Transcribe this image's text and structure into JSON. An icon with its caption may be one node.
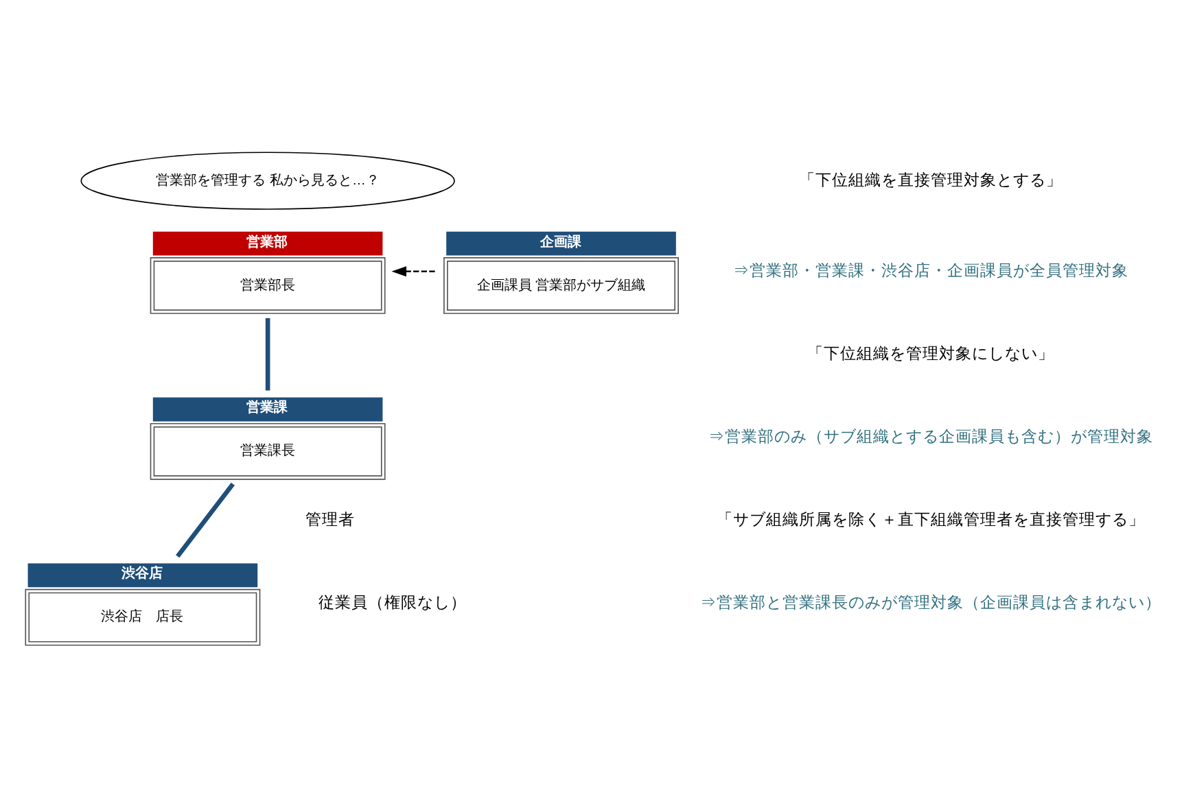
{
  "diagram": {
    "nodes": [
      {
        "text": [
          "営業部を管理する 私から見ると…？"
        ]
      },
      {
        "text": [
          "営業部",
          "営業部長"
        ]
      },
      {
        "text": [
          "企画課",
          "企画課員 営業部がサブ組織"
        ]
      },
      {
        "text": [
          "営業課",
          "営業課長"
        ]
      },
      {
        "text": [
          "渋谷店",
          "渋谷店　店長"
        ]
      }
    ],
    "edges": [
      {
        "from": 2,
        "to": 1,
        "arrow": "to",
        "style": "dashed",
        "color": "#000000"
      },
      {
        "from": 1,
        "to": 3,
        "arrow": "none",
        "color": "#1f4e79"
      },
      {
        "from": 3,
        "to": 4,
        "arrow": "none",
        "color": "#1f4e79"
      }
    ],
    "labels": [
      "「下位組織を直接管理対象とする」",
      "⇒営業部・営業課・渋谷店・企画課員が全員管理対象",
      "「下位組織を管理対象にしない」",
      "⇒営業部のみ（サブ組織とする企画課員も含む）が管理対象",
      "「サブ組織所属を除く＋直下組織管理者を直接管理する」",
      "⇒営業部と営業課長のみが管理対象（企画課員は含まれない）",
      "管理者",
      "従業員（権限なし）"
    ]
  }
}
